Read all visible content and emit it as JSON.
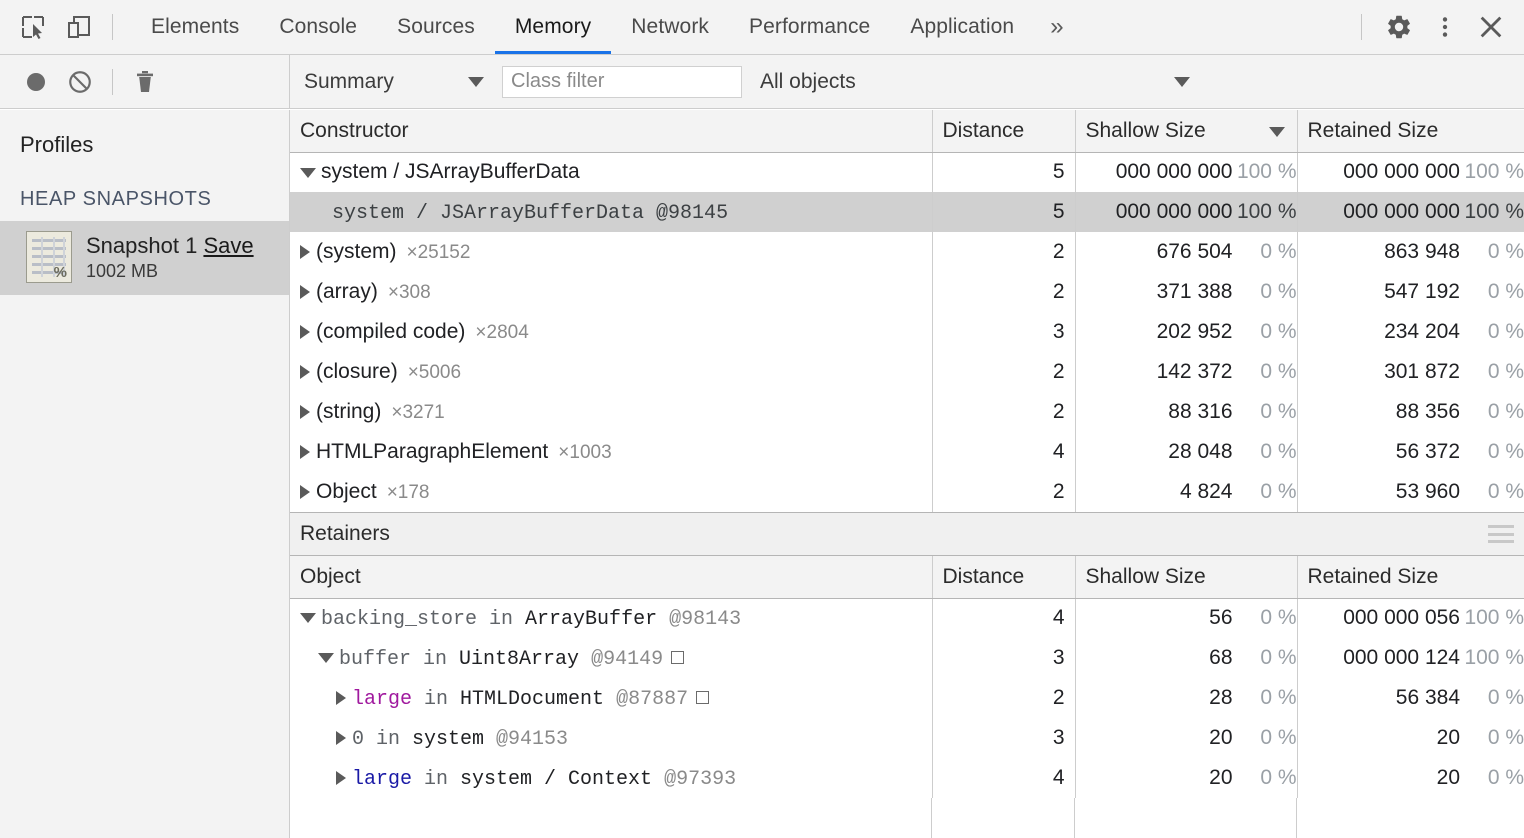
{
  "tabbar": {
    "icons": [
      {
        "name": "inspect-element-icon"
      },
      {
        "name": "device-toolbar-icon"
      }
    ],
    "tabs": [
      {
        "label": "Elements",
        "active": false
      },
      {
        "label": "Console",
        "active": false
      },
      {
        "label": "Sources",
        "active": false
      },
      {
        "label": "Memory",
        "active": true
      },
      {
        "label": "Network",
        "active": false
      },
      {
        "label": "Performance",
        "active": false
      },
      {
        "label": "Application",
        "active": false
      }
    ],
    "more_label": "»",
    "settings_icon": "gear-icon",
    "menu_icon": "more-vertical-icon",
    "close_icon": "close-icon",
    "accent_color": "#1a73e8"
  },
  "toolbar": {
    "record_icon": "record-circle-icon",
    "clear_icon": "no-entry-icon",
    "delete_icon": "trash-icon",
    "view_select": "Summary",
    "class_filter_placeholder": "Class filter",
    "class_filter_value": "",
    "objects_select": "All objects"
  },
  "sidebar": {
    "title": "Profiles",
    "section": "HEAP SNAPSHOTS",
    "snapshot": {
      "name": "Snapshot 1",
      "save_label": "Save",
      "size": "1002 MB",
      "icon_pct": "%"
    }
  },
  "summary_grid": {
    "columns": [
      "Constructor",
      "Distance",
      "Shallow Size",
      "Retained Size"
    ],
    "sorted_column": "Shallow Size",
    "sort_direction": "desc",
    "rows": [
      {
        "constructor": "system / JSArrayBufferData",
        "count": "",
        "expanded": true,
        "mono": false,
        "selected": false,
        "distance": "5",
        "shallow": "000 000 000",
        "shallow_pct": "100 %",
        "retained": "000 000 000",
        "retained_pct": "100 %"
      },
      {
        "constructor": "system / JSArrayBufferData @98145",
        "count": "",
        "expanded": null,
        "mono": true,
        "selected": true,
        "distance": "5",
        "shallow": "000 000 000",
        "shallow_pct": "100 %",
        "retained": "000 000 000",
        "retained_pct": "100 %"
      },
      {
        "constructor": "(system)",
        "count": "×25152",
        "expanded": false,
        "mono": false,
        "selected": false,
        "distance": "2",
        "shallow": "676 504",
        "shallow_pct": "0 %",
        "retained": "863 948",
        "retained_pct": "0 %"
      },
      {
        "constructor": "(array)",
        "count": "×308",
        "expanded": false,
        "mono": false,
        "selected": false,
        "distance": "2",
        "shallow": "371 388",
        "shallow_pct": "0 %",
        "retained": "547 192",
        "retained_pct": "0 %"
      },
      {
        "constructor": "(compiled code)",
        "count": "×2804",
        "expanded": false,
        "mono": false,
        "selected": false,
        "distance": "3",
        "shallow": "202 952",
        "shallow_pct": "0 %",
        "retained": "234 204",
        "retained_pct": "0 %"
      },
      {
        "constructor": "(closure)",
        "count": "×5006",
        "expanded": false,
        "mono": false,
        "selected": false,
        "distance": "2",
        "shallow": "142 372",
        "shallow_pct": "0 %",
        "retained": "301 872",
        "retained_pct": "0 %"
      },
      {
        "constructor": "(string)",
        "count": "×3271",
        "expanded": false,
        "mono": false,
        "selected": false,
        "distance": "2",
        "shallow": "88 316",
        "shallow_pct": "0 %",
        "retained": "88 356",
        "retained_pct": "0 %"
      },
      {
        "constructor": "HTMLParagraphElement",
        "count": "×1003",
        "expanded": false,
        "mono": false,
        "selected": false,
        "distance": "4",
        "shallow": "28 048",
        "shallow_pct": "0 %",
        "retained": "56 372",
        "retained_pct": "0 %"
      },
      {
        "constructor": "Object",
        "count": "×178",
        "expanded": false,
        "mono": false,
        "selected": false,
        "distance": "2",
        "shallow": "4 824",
        "shallow_pct": "0 %",
        "retained": "53 960",
        "retained_pct": "0 %"
      }
    ]
  },
  "retainers": {
    "title": "Retainers",
    "menu_icon": "hamburger-icon",
    "columns": [
      "Object",
      "Distance",
      "Shallow Size",
      "Retained Size"
    ],
    "rows": [
      {
        "prop": "backing_store",
        "prop_color": "grey",
        "in": "in",
        "object": "ArrayBuffer",
        "id": "@98143",
        "badge": false,
        "indent": 0,
        "expanded": true,
        "distance": "4",
        "shallow": "56",
        "shallow_pct": "0 %",
        "retained": "000 000 056",
        "retained_pct": "100 %"
      },
      {
        "prop": "buffer",
        "prop_color": "grey",
        "in": "in",
        "object": "Uint8Array",
        "id": "@94149",
        "badge": true,
        "indent": 1,
        "expanded": true,
        "distance": "3",
        "shallow": "68",
        "shallow_pct": "0 %",
        "retained": "000 000 124",
        "retained_pct": "100 %"
      },
      {
        "prop": "large",
        "prop_color": "magenta",
        "in": "in",
        "object": "HTMLDocument",
        "id": "@87887",
        "badge": true,
        "indent": 2,
        "expanded": false,
        "distance": "2",
        "shallow": "28",
        "shallow_pct": "0 %",
        "retained": "56 384",
        "retained_pct": "0 %"
      },
      {
        "prop": "0",
        "prop_color": "grey",
        "in": "in",
        "object": "system",
        "id": "@94153",
        "badge": false,
        "indent": 2,
        "expanded": false,
        "distance": "3",
        "shallow": "20",
        "shallow_pct": "0 %",
        "retained": "20",
        "retained_pct": "0 %"
      },
      {
        "prop": "large",
        "prop_color": "blue",
        "in": "in",
        "object": "system / Context",
        "id": "@97393",
        "badge": false,
        "indent": 2,
        "expanded": false,
        "distance": "4",
        "shallow": "20",
        "shallow_pct": "0 %",
        "retained": "20",
        "retained_pct": "0 %"
      }
    ]
  }
}
